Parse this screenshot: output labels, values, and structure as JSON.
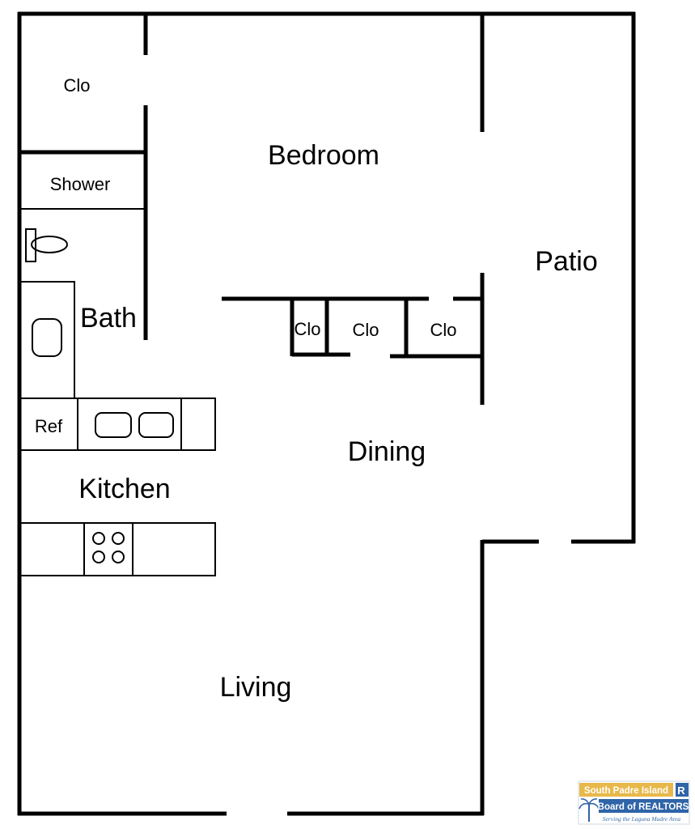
{
  "rooms": {
    "clo_top": "Clo",
    "shower": "Shower",
    "bedroom": "Bedroom",
    "patio": "Patio",
    "bath": "Bath",
    "clo_small": "Clo",
    "clo_mid": "Clo",
    "clo_right": "Clo",
    "ref": "Ref",
    "kitchen": "Kitchen",
    "dining": "Dining",
    "living": "Living"
  },
  "logo": {
    "line1": "South Padre Island",
    "line2": "Board of REALTORS",
    "tagline": "Serving the Laguna Madre Area",
    "colors": {
      "gold": "#e8b84a",
      "blue": "#2f64a8"
    }
  }
}
